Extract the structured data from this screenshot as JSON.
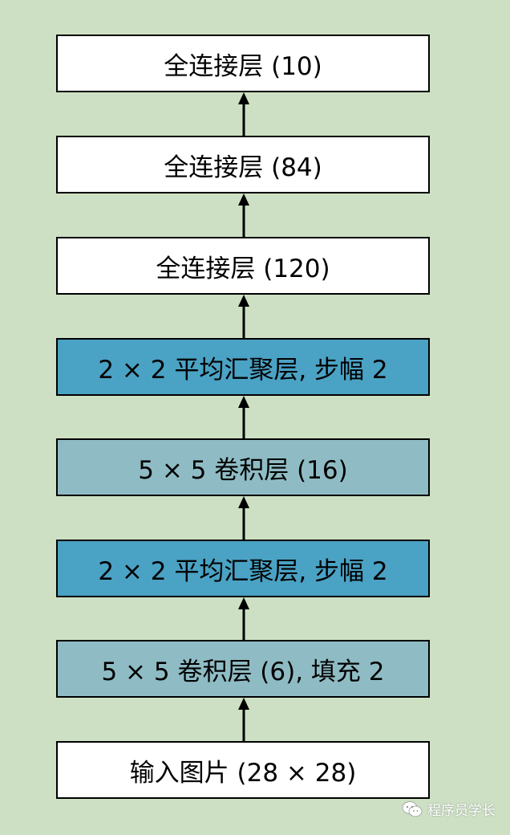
{
  "layers": [
    {
      "label": "全连接层 (10)"
    },
    {
      "label": "全连接层 (84)"
    },
    {
      "label": "全连接层 (120)"
    },
    {
      "label": "2 × 2 平均汇聚层, 步幅 2"
    },
    {
      "label": "5 × 5 卷积层 (16)"
    },
    {
      "label": "2 × 2 平均汇聚层, 步幅 2"
    },
    {
      "label": "5 × 5 卷积层 (6), 填充 2"
    },
    {
      "label": "输入图片 (28 × 28)"
    }
  ],
  "watermark": {
    "text": "程序员学长",
    "icon": "wechat-icon"
  }
}
